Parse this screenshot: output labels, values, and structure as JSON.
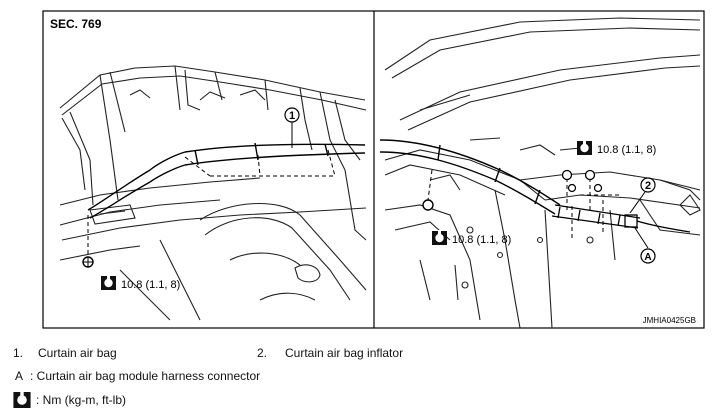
{
  "diagram": {
    "section": "SEC. 769",
    "figure_code": "JMHIA0425GB",
    "callouts": {
      "one": "1",
      "two": "2",
      "a": "A"
    },
    "torques": {
      "left": "10.8 (1.1, 8)",
      "right_upper": "10.8 (1.1, 8)",
      "right_lower": "10.8 (1.1, 8)"
    }
  },
  "legend": {
    "item1_num": "1.",
    "item1_text": "Curtain air bag",
    "item2_num": "2.",
    "item2_text": "Curtain air bag inflator",
    "itemA_sym": "A",
    "itemA_text": ": Curtain air bag module harness connector",
    "torque_unit": ": Nm (kg-m, ft-lb)",
    "torque_icon": "torque-wrench-icon"
  }
}
